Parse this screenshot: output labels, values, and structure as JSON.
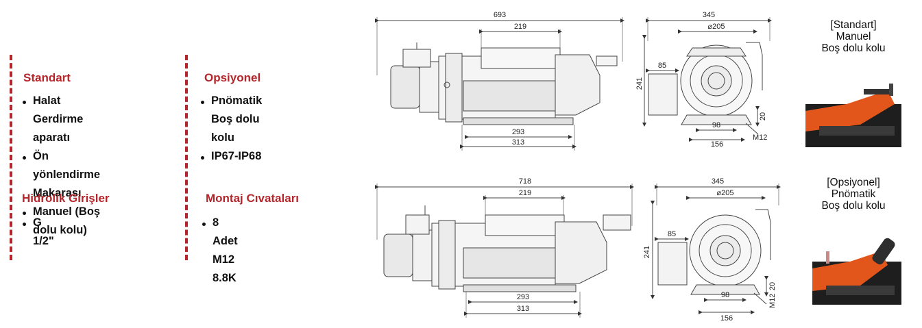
{
  "standart": {
    "title": "Standart",
    "items": [
      "Halat Gerdirme aparatı",
      "Ön yönlendirme",
      "Makarası",
      "Manuel (Boş dolu kolu)"
    ]
  },
  "hidrolik": {
    "title": "Hidrolik Girişler",
    "items": [
      "G 1/2\""
    ]
  },
  "opsiyonel": {
    "title": "Opsiyonel",
    "items": [
      "Pnömatik Boş dolu kolu",
      "IP67-IP68"
    ]
  },
  "montaj": {
    "title": "Montaj Cıvataları",
    "items": [
      "8 Adet M12 8.8K"
    ]
  },
  "drawing_top": {
    "side": {
      "overall": "693",
      "drum": "219",
      "base_inner": "293",
      "base_outer": "313"
    },
    "front": {
      "width": "345",
      "diameter": "⌀205",
      "box": "85",
      "height": "241",
      "foot": "20",
      "bolt_spacing": "98",
      "base": "156",
      "bolt": "M12"
    }
  },
  "drawing_bottom": {
    "side": {
      "overall": "718",
      "drum": "219",
      "base_inner": "293",
      "base_outer": "313"
    },
    "front": {
      "width": "345",
      "diameter": "⌀205",
      "box": "85",
      "height": "241",
      "foot": "20",
      "bolt_spacing": "98",
      "base": "156",
      "bolt": "M12"
    }
  },
  "captions": {
    "standard": [
      "[Standart]",
      "Manuel",
      "Boş dolu kolu"
    ],
    "optional": [
      "[Opsiyonel]",
      "Pnömatik",
      "Boş dolu kolu"
    ]
  },
  "colors": {
    "accent": "#b3262b",
    "lever": "#e2561c"
  }
}
